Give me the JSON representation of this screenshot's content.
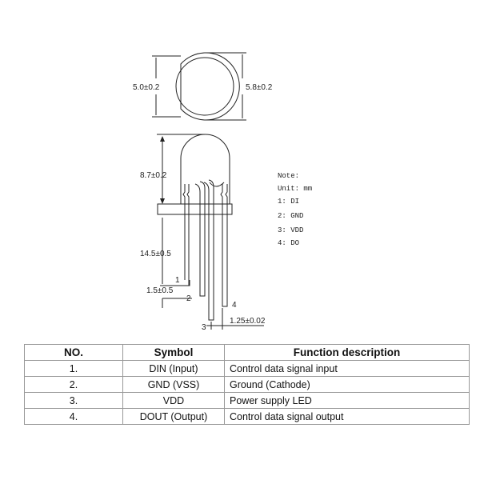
{
  "drawing": {
    "top_view": {
      "inner_diameter": "5.0±0.2",
      "outer_diameter": "5.8±0.2"
    },
    "side_view": {
      "body_height": "8.7±0.2",
      "lead_length": "14.5±0.5",
      "lead_offset": "1.5±0.5",
      "lead_pitch": "1.25±0.02",
      "pin_labels": [
        "1",
        "2",
        "3",
        "4"
      ]
    },
    "note": {
      "title": "Note:",
      "unit": "Unit: mm",
      "pins": [
        "1: DI",
        "2: GND",
        "3: VDD",
        "4: DO"
      ]
    }
  },
  "table": {
    "headers": [
      "NO.",
      "Symbol",
      "Function description"
    ],
    "rows": [
      [
        "1.",
        "DIN (Input)",
        "Control data signal input"
      ],
      [
        "2.",
        "GND (VSS)",
        "Ground (Cathode)"
      ],
      [
        "3.",
        "VDD",
        "Power supply LED"
      ],
      [
        "4.",
        "DOUT (Output)",
        "Control data signal output"
      ]
    ]
  }
}
